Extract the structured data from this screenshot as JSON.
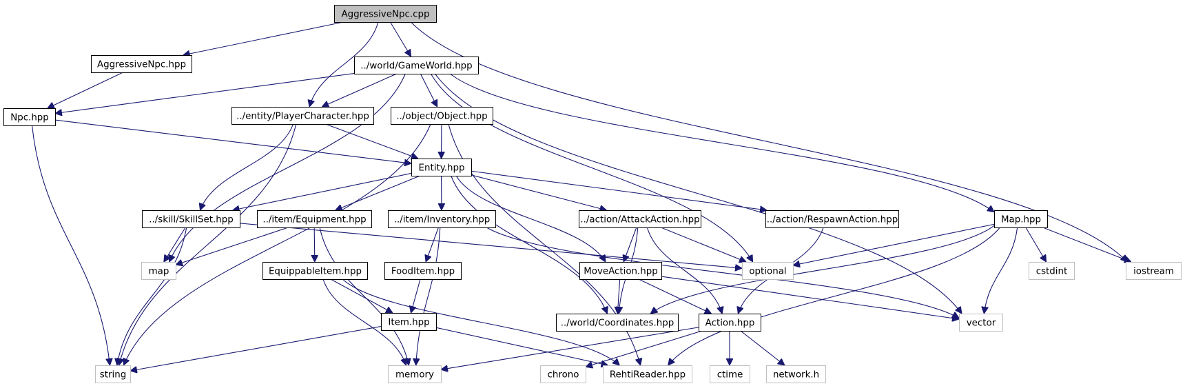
{
  "diagram": {
    "title": "AggressiveNpc.cpp include dependency graph",
    "colors": {
      "edge": "#191970",
      "root_fill": "#bfbfbf",
      "node_fill": "#ffffff",
      "node_border": "#000000",
      "external_border": "#bfbfbf"
    },
    "nodes": [
      {
        "id": "aggressivenpc_cpp",
        "label": "AggressiveNpc.cpp",
        "kind": "root"
      },
      {
        "id": "aggressivenpc_hpp",
        "label": "AggressiveNpc.hpp",
        "kind": "local"
      },
      {
        "id": "gameworld",
        "label": "../world/GameWorld.hpp",
        "kind": "local"
      },
      {
        "id": "npc",
        "label": "Npc.hpp",
        "kind": "local"
      },
      {
        "id": "playercharacter",
        "label": "../entity/PlayerCharacter.hpp",
        "kind": "local"
      },
      {
        "id": "object",
        "label": "../object/Object.hpp",
        "kind": "local"
      },
      {
        "id": "entity",
        "label": "Entity.hpp",
        "kind": "local"
      },
      {
        "id": "skillset",
        "label": "../skill/SkillSet.hpp",
        "kind": "local"
      },
      {
        "id": "equipment",
        "label": "../item/Equipment.hpp",
        "kind": "local"
      },
      {
        "id": "inventory",
        "label": "../item/Inventory.hpp",
        "kind": "local"
      },
      {
        "id": "attackaction",
        "label": "../action/AttackAction.hpp",
        "kind": "local"
      },
      {
        "id": "respawnaction",
        "label": "../action/RespawnAction.hpp",
        "kind": "local"
      },
      {
        "id": "map_hpp",
        "label": "Map.hpp",
        "kind": "local"
      },
      {
        "id": "map",
        "label": "map",
        "kind": "external"
      },
      {
        "id": "equippableitem",
        "label": "EquippableItem.hpp",
        "kind": "local"
      },
      {
        "id": "fooditem",
        "label": "FoodItem.hpp",
        "kind": "local"
      },
      {
        "id": "moveaction",
        "label": "MoveAction.hpp",
        "kind": "local"
      },
      {
        "id": "optional",
        "label": "optional",
        "kind": "external"
      },
      {
        "id": "cstdint",
        "label": "cstdint",
        "kind": "external"
      },
      {
        "id": "iostream",
        "label": "iostream",
        "kind": "external"
      },
      {
        "id": "item",
        "label": "Item.hpp",
        "kind": "local"
      },
      {
        "id": "coordinates",
        "label": "../world/Coordinates.hpp",
        "kind": "local"
      },
      {
        "id": "action",
        "label": "Action.hpp",
        "kind": "local"
      },
      {
        "id": "vector",
        "label": "vector",
        "kind": "external"
      },
      {
        "id": "string",
        "label": "string",
        "kind": "external"
      },
      {
        "id": "memory",
        "label": "memory",
        "kind": "external"
      },
      {
        "id": "chrono",
        "label": "chrono",
        "kind": "external"
      },
      {
        "id": "rehtireader",
        "label": "RehtiReader.hpp",
        "kind": "external"
      },
      {
        "id": "ctime",
        "label": "ctime",
        "kind": "external"
      },
      {
        "id": "network",
        "label": "network.h",
        "kind": "external"
      }
    ],
    "edges": [
      [
        "aggressivenpc_cpp",
        "aggressivenpc_hpp"
      ],
      [
        "aggressivenpc_cpp",
        "gameworld"
      ],
      [
        "aggressivenpc_cpp",
        "playercharacter"
      ],
      [
        "aggressivenpc_cpp",
        "iostream"
      ],
      [
        "aggressivenpc_hpp",
        "npc"
      ],
      [
        "gameworld",
        "npc"
      ],
      [
        "gameworld",
        "playercharacter"
      ],
      [
        "gameworld",
        "object"
      ],
      [
        "gameworld",
        "map"
      ],
      [
        "gameworld",
        "optional"
      ],
      [
        "gameworld",
        "vector"
      ],
      [
        "gameworld",
        "map_hpp"
      ],
      [
        "npc",
        "entity"
      ],
      [
        "npc",
        "string"
      ],
      [
        "playercharacter",
        "entity"
      ],
      [
        "playercharacter",
        "skillset"
      ],
      [
        "playercharacter",
        "string"
      ],
      [
        "object",
        "entity"
      ],
      [
        "object",
        "string"
      ],
      [
        "object",
        "rehtireader"
      ],
      [
        "entity",
        "skillset"
      ],
      [
        "entity",
        "equipment"
      ],
      [
        "entity",
        "inventory"
      ],
      [
        "entity",
        "attackaction"
      ],
      [
        "entity",
        "respawnaction"
      ],
      [
        "entity",
        "moveaction"
      ],
      [
        "entity",
        "coordinates"
      ],
      [
        "skillset",
        "map"
      ],
      [
        "skillset",
        "string"
      ],
      [
        "skillset",
        "optional"
      ],
      [
        "equipment",
        "map"
      ],
      [
        "equipment",
        "equippableitem"
      ],
      [
        "equipment",
        "memory"
      ],
      [
        "inventory",
        "fooditem"
      ],
      [
        "inventory",
        "memory"
      ],
      [
        "inventory",
        "vector"
      ],
      [
        "attackaction",
        "moveaction"
      ],
      [
        "attackaction",
        "optional"
      ],
      [
        "attackaction",
        "action"
      ],
      [
        "attackaction",
        "coordinates"
      ],
      [
        "respawnaction",
        "action"
      ],
      [
        "map_hpp",
        "optional"
      ],
      [
        "map_hpp",
        "coordinates"
      ],
      [
        "map_hpp",
        "cstdint"
      ],
      [
        "map_hpp",
        "iostream"
      ],
      [
        "map_hpp",
        "vector"
      ],
      [
        "map_hpp",
        "rehtireader"
      ],
      [
        "equippableitem",
        "item"
      ],
      [
        "equippableitem",
        "memory"
      ],
      [
        "equippableitem",
        "rehtireader"
      ],
      [
        "fooditem",
        "item"
      ],
      [
        "moveaction",
        "coordinates"
      ],
      [
        "moveaction",
        "action"
      ],
      [
        "moveaction",
        "vector"
      ],
      [
        "item",
        "string"
      ],
      [
        "item",
        "rehtireader"
      ],
      [
        "action",
        "memory"
      ],
      [
        "action",
        "chrono"
      ],
      [
        "action",
        "ctime"
      ],
      [
        "action",
        "network"
      ]
    ]
  }
}
